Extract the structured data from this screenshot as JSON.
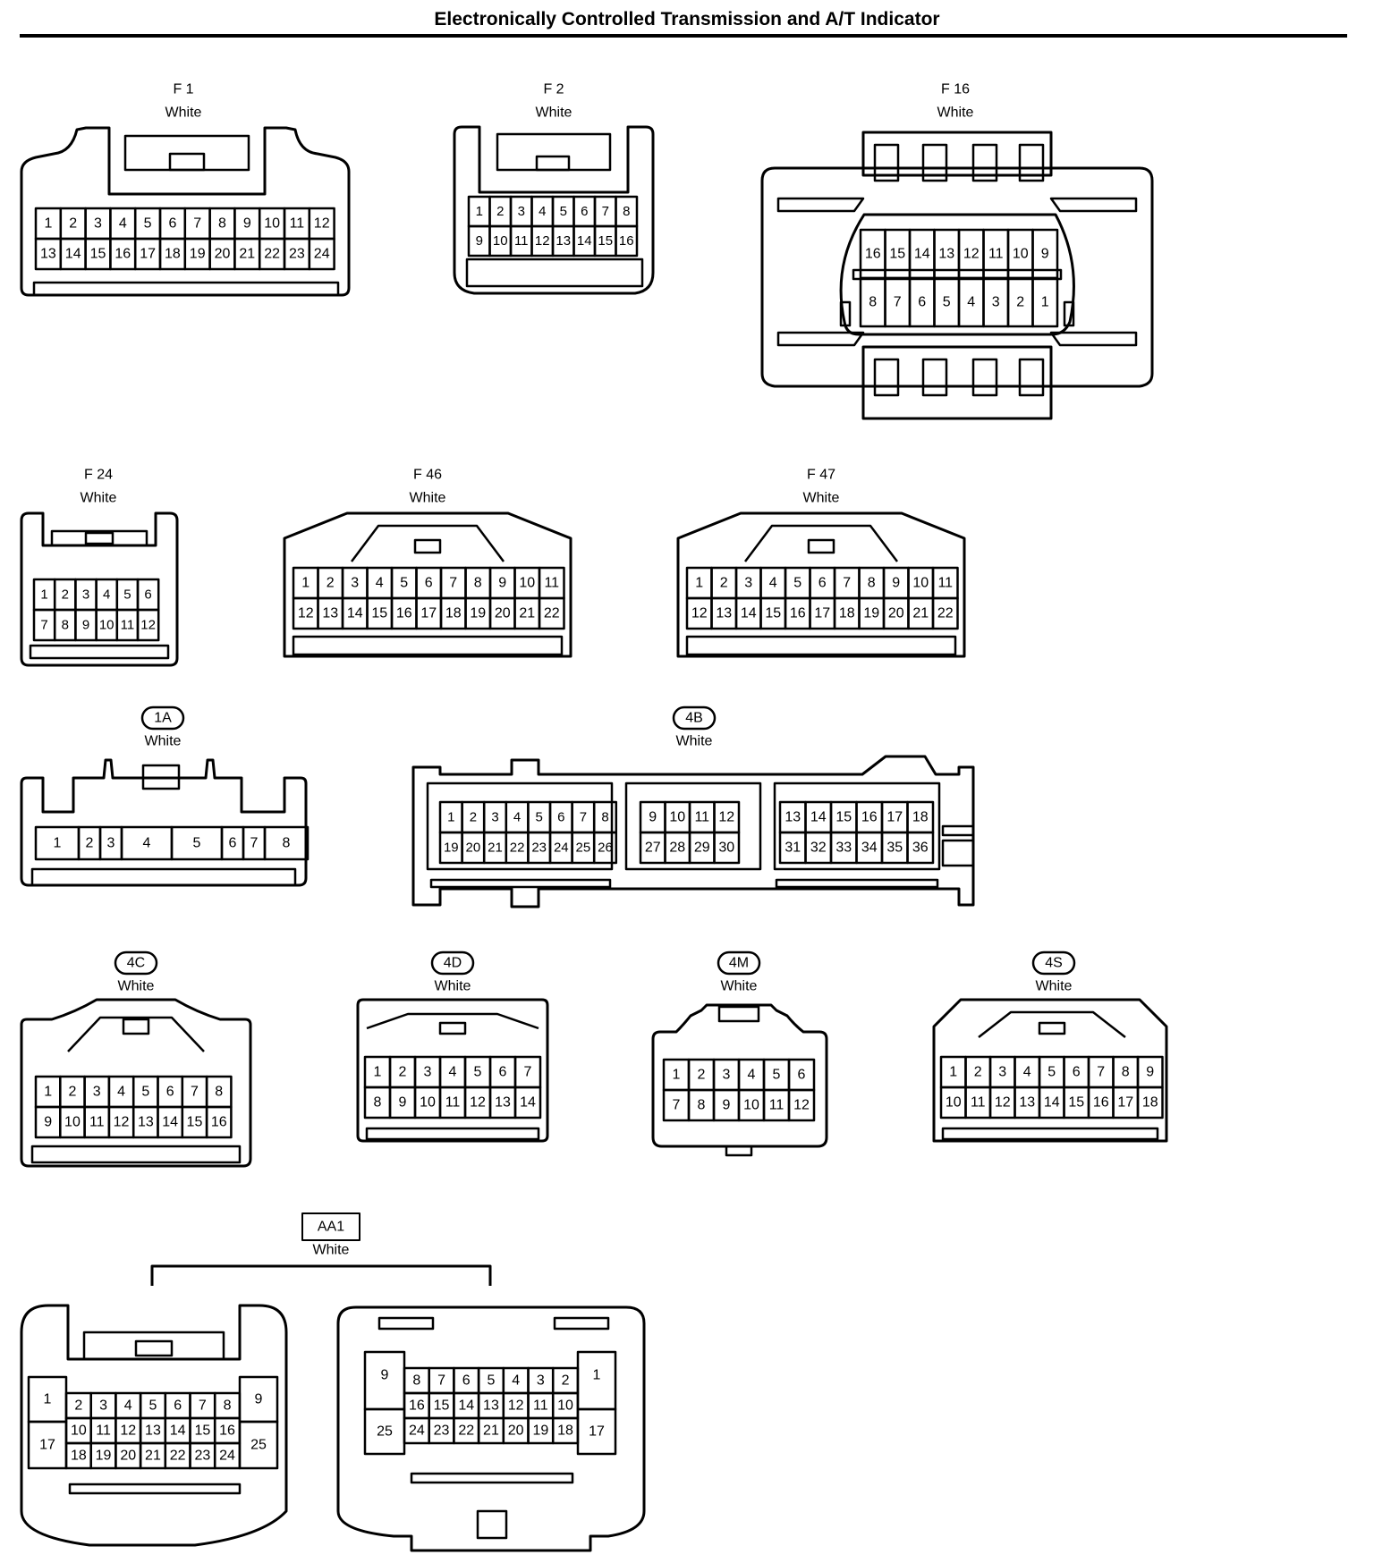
{
  "title": "Electronically Controlled Transmission and A/T Indicator",
  "connectors": [
    {
      "id": "F 1",
      "color": "White",
      "tag_style": "plain",
      "rows": [
        [
          "1",
          "2",
          "3",
          "4",
          "5",
          "6",
          "7",
          "8",
          "9",
          "10",
          "11",
          "12"
        ],
        [
          "13",
          "14",
          "15",
          "16",
          "17",
          "18",
          "19",
          "20",
          "21",
          "22",
          "23",
          "24"
        ]
      ]
    },
    {
      "id": "F 2",
      "color": "White",
      "tag_style": "plain",
      "rows": [
        [
          "1",
          "2",
          "3",
          "4",
          "5",
          "6",
          "7",
          "8"
        ],
        [
          "9",
          "10",
          "11",
          "12",
          "13",
          "14",
          "15",
          "16"
        ]
      ]
    },
    {
      "id": "F 16",
      "color": "White",
      "tag_style": "plain",
      "rows": [
        [
          "16",
          "15",
          "14",
          "13",
          "12",
          "11",
          "10",
          "9"
        ],
        [
          "8",
          "7",
          "6",
          "5",
          "4",
          "3",
          "2",
          "1"
        ]
      ]
    },
    {
      "id": "F 24",
      "color": "White",
      "tag_style": "plain",
      "rows": [
        [
          "1",
          "2",
          "3",
          "4",
          "5",
          "6"
        ],
        [
          "7",
          "8",
          "9",
          "10",
          "11",
          "12"
        ]
      ]
    },
    {
      "id": "F 46",
      "color": "White",
      "tag_style": "plain",
      "rows": [
        [
          "1",
          "2",
          "3",
          "4",
          "5",
          "6",
          "7",
          "8",
          "9",
          "10",
          "11"
        ],
        [
          "12",
          "13",
          "14",
          "15",
          "16",
          "17",
          "18",
          "19",
          "20",
          "21",
          "22"
        ]
      ]
    },
    {
      "id": "F 47",
      "color": "White",
      "tag_style": "plain",
      "rows": [
        [
          "1",
          "2",
          "3",
          "4",
          "5",
          "6",
          "7",
          "8",
          "9",
          "10",
          "11"
        ],
        [
          "12",
          "13",
          "14",
          "15",
          "16",
          "17",
          "18",
          "19",
          "20",
          "21",
          "22"
        ]
      ]
    },
    {
      "id": "1A",
      "color": "White",
      "tag_style": "oval",
      "rows": [
        [
          "1",
          "2",
          "3",
          "4",
          "5",
          "6",
          "7",
          "8"
        ]
      ]
    },
    {
      "id": "4B",
      "color": "White",
      "tag_style": "oval",
      "groups": [
        [
          [
            "1",
            "2",
            "3",
            "4",
            "5",
            "6",
            "7",
            "8"
          ],
          [
            "19",
            "20",
            "21",
            "22",
            "23",
            "24",
            "25",
            "26"
          ]
        ],
        [
          [
            "9",
            "10",
            "11",
            "12"
          ],
          [
            "27",
            "28",
            "29",
            "30"
          ]
        ],
        [
          [
            "13",
            "14",
            "15",
            "16",
            "17",
            "18"
          ],
          [
            "31",
            "32",
            "33",
            "34",
            "35",
            "36"
          ]
        ]
      ]
    },
    {
      "id": "4C",
      "color": "White",
      "tag_style": "oval",
      "rows": [
        [
          "1",
          "2",
          "3",
          "4",
          "5",
          "6",
          "7",
          "8"
        ],
        [
          "9",
          "10",
          "11",
          "12",
          "13",
          "14",
          "15",
          "16"
        ]
      ]
    },
    {
      "id": "4D",
      "color": "White",
      "tag_style": "oval",
      "rows": [
        [
          "1",
          "2",
          "3",
          "4",
          "5",
          "6",
          "7"
        ],
        [
          "8",
          "9",
          "10",
          "11",
          "12",
          "13",
          "14"
        ]
      ]
    },
    {
      "id": "4M",
      "color": "White",
      "tag_style": "oval",
      "rows": [
        [
          "1",
          "2",
          "3",
          "4",
          "5",
          "6"
        ],
        [
          "7",
          "8",
          "9",
          "10",
          "11",
          "12"
        ]
      ]
    },
    {
      "id": "4S",
      "color": "White",
      "tag_style": "oval",
      "rows": [
        [
          "1",
          "2",
          "3",
          "4",
          "5",
          "6",
          "7",
          "8",
          "9"
        ],
        [
          "10",
          "11",
          "12",
          "13",
          "14",
          "15",
          "16",
          "17",
          "18"
        ]
      ]
    },
    {
      "id": "AA1",
      "color": "White",
      "tag_style": "box",
      "left": {
        "edge_top_left": "1",
        "edge_bottom_left": "17",
        "edge_top_right": "9",
        "edge_bottom_right": "25",
        "rows": [
          [
            "2",
            "3",
            "4",
            "5",
            "6",
            "7",
            "8"
          ],
          [
            "10",
            "11",
            "12",
            "13",
            "14",
            "15",
            "16"
          ],
          [
            "18",
            "19",
            "20",
            "21",
            "22",
            "23",
            "24"
          ]
        ]
      },
      "right": {
        "edge_top_left": "9",
        "edge_bottom_left": "25",
        "edge_top_right": "1",
        "edge_bottom_right": "17",
        "rows": [
          [
            "8",
            "7",
            "6",
            "5",
            "4",
            "3",
            "2"
          ],
          [
            "16",
            "15",
            "14",
            "13",
            "12",
            "11",
            "10"
          ],
          [
            "24",
            "23",
            "22",
            "21",
            "20",
            "19",
            "18"
          ]
        ]
      }
    }
  ]
}
